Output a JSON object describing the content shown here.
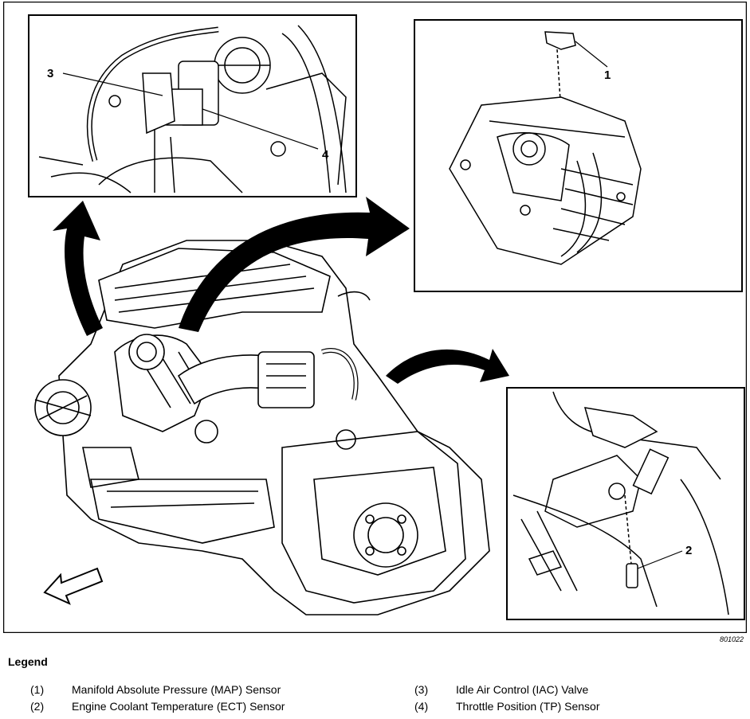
{
  "figure_id": "801022",
  "callouts": [
    "1",
    "2",
    "3",
    "4"
  ],
  "legend": {
    "title": "Legend",
    "items": [
      {
        "num": "(1)",
        "label": "Manifold Absolute Pressure (MAP) Sensor"
      },
      {
        "num": "(2)",
        "label": "Engine Coolant Temperature (ECT) Sensor"
      },
      {
        "num": "(3)",
        "label": "Idle Air Control (IAC) Valve"
      },
      {
        "num": "(4)",
        "label": "Throttle Position (TP) Sensor"
      }
    ]
  }
}
